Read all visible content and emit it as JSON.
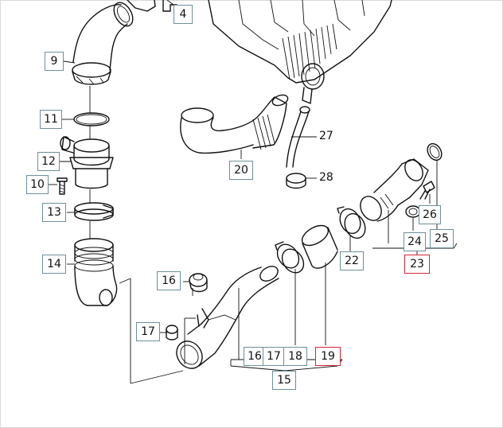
{
  "colors": {
    "line": "#111111",
    "callout_border": "#6f8f9a",
    "highlight_border": "#d7263d"
  },
  "callouts": {
    "c4": "4",
    "c9": "9",
    "c10": "10",
    "c11": "11",
    "c12": "12",
    "c13": "13",
    "c14": "14",
    "c15": "15",
    "c16a": "16",
    "c16b": "16",
    "c17a": "17",
    "c17b": "17",
    "c18": "18",
    "c19": "19",
    "c20": "20",
    "c22": "22",
    "c23": "23",
    "c24": "24",
    "c25": "25",
    "c26": "26"
  },
  "plain_labels": {
    "p27": "27",
    "p28": "28"
  }
}
